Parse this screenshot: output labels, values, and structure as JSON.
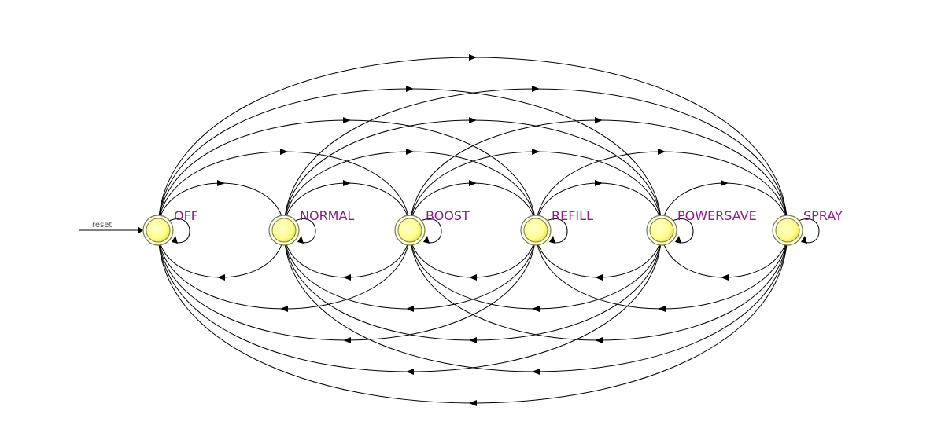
{
  "diagram": {
    "type": "state-machine",
    "reset_label": "reset",
    "initial_state": "OFF",
    "states": [
      {
        "id": "OFF",
        "label": "OFF"
      },
      {
        "id": "NORMAL",
        "label": "NORMAL"
      },
      {
        "id": "BOOST",
        "label": "BOOST"
      },
      {
        "id": "REFILL",
        "label": "REFILL"
      },
      {
        "id": "POWERSAVE",
        "label": "POWERSAVE"
      },
      {
        "id": "SPRAY",
        "label": "SPRAY"
      }
    ],
    "transitions": "all-pairs-plus-self-loops"
  },
  "colors": {
    "state_fill": "#ffff99",
    "state_stroke": "#7a7a40",
    "label": "#8b1a8b",
    "edge": "#000000"
  }
}
